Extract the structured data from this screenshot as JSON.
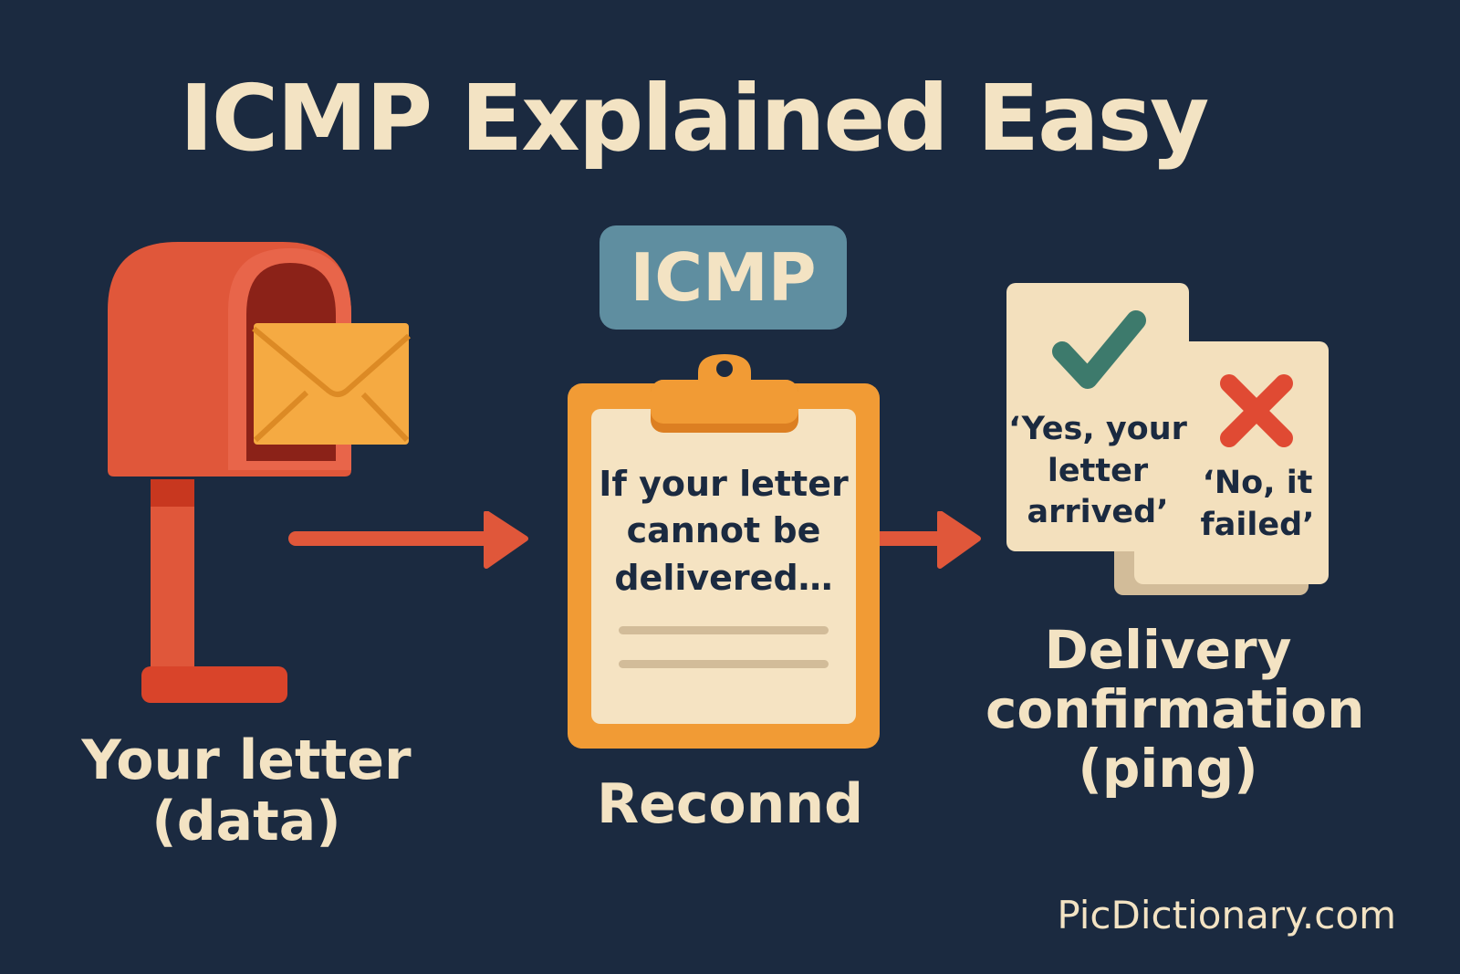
{
  "title": "ICMP Explained Easy",
  "colors": {
    "background": "#1b2a40",
    "text_cream": "#f3e3c3",
    "mailbox_red": "#e0573a",
    "envelope_orange": "#f5aa42",
    "badge_teal": "#5f8ea0",
    "clipboard_orange": "#f19b35",
    "check_green": "#3d7a6c",
    "cross_red": "#e04a33"
  },
  "steps": [
    {
      "id": "sender",
      "icon": "mailbox-with-letter",
      "caption_line1": "Your letter",
      "caption_line2": "(data)"
    },
    {
      "id": "icmp",
      "badge": "ICMP",
      "icon": "clipboard",
      "clipboard_text_line1": "If your letter",
      "clipboard_text_line2": "cannot be",
      "clipboard_text_line3": "delivered…",
      "caption": "Reconnd"
    },
    {
      "id": "confirmation",
      "cards": [
        {
          "icon": "checkmark",
          "line1": "‘Yes, your",
          "line2": "letter",
          "line3": "arrived’"
        },
        {
          "icon": "cross",
          "line1": "‘No, it",
          "line2": "failed’"
        }
      ],
      "caption_line1": "Delivery",
      "caption_line2": "confirmation",
      "caption_line3": "(ping)"
    }
  ],
  "arrows": [
    {
      "from": "sender",
      "to": "icmp"
    },
    {
      "from": "icmp",
      "to": "confirmation"
    }
  ],
  "brand": "PicDictionary.com"
}
